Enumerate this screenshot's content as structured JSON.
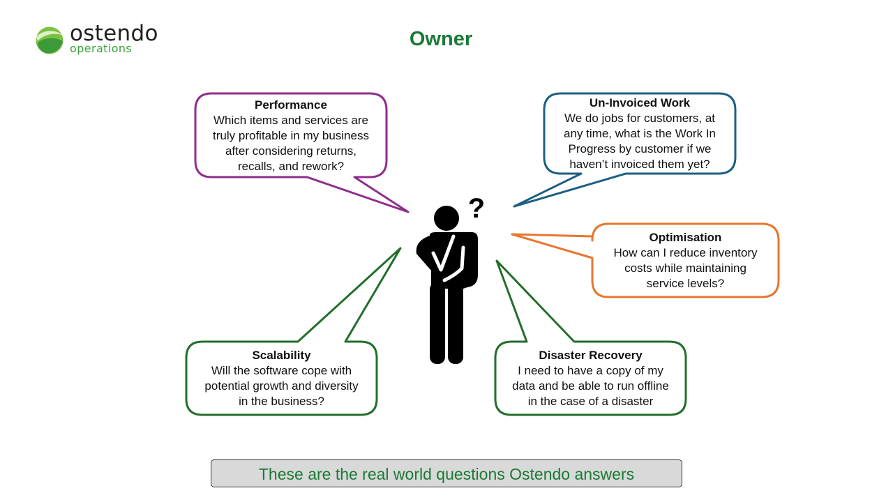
{
  "logo": {
    "word": "ostendo",
    "sub": "operations"
  },
  "title": "Owner",
  "colors": {
    "title_green": "#1a7a35",
    "performance": "#8e2e8e",
    "uninvoiced": "#1d5f82",
    "optimisation": "#e8762e",
    "scalability": "#236e2b",
    "disaster": "#236e2b"
  },
  "icons": [
    "thinking-person-icon",
    "question-mark-icon"
  ],
  "bubbles": {
    "performance": {
      "title": "Performance",
      "lines": [
        "Which items and services are",
        "truly profitable in my business",
        "after considering returns,",
        "recalls, and rework?"
      ]
    },
    "uninvoiced": {
      "title": "Un-Invoiced Work",
      "lines": [
        "We do jobs for customers, at",
        "any time, what is the Work In",
        "Progress by customer if we",
        "haven’t invoiced them yet?"
      ]
    },
    "optimisation": {
      "title": "Optimisation",
      "lines": [
        "How can I reduce inventory",
        "costs while maintaining",
        "service levels?"
      ]
    },
    "scalability": {
      "title": "Scalability",
      "lines": [
        "Will the software cope with",
        "potential growth and diversity",
        "in the business?"
      ]
    },
    "disaster": {
      "title": "Disaster Recovery",
      "lines": [
        "I need to have a copy of my",
        "data and be able to run offline",
        "in the case of a disaster"
      ]
    }
  },
  "footer": "These are the real world questions Ostendo answers"
}
